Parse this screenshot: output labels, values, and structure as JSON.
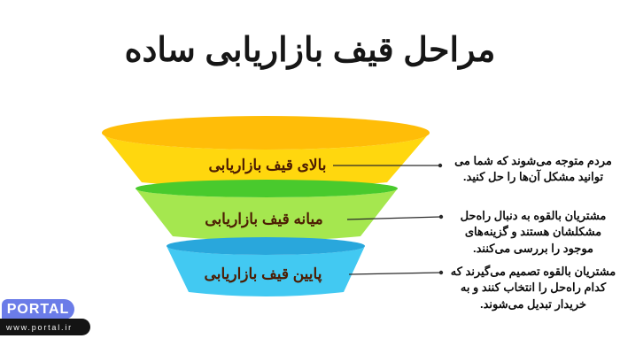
{
  "title": "مراحل قیف بازاریابی ساده",
  "funnel": {
    "label_color": "#4C1D03",
    "line_color": "#2a2a2a",
    "stages": [
      {
        "label": "بالای قیف بازاریابی",
        "rim_color": "#FFBD08",
        "body_color": "#FFD70E",
        "description": "مردم متوجه می‌شوند که شما می توانید مشکل آن‌ها را حل کنید."
      },
      {
        "label": "میانه قیف بازاریابی",
        "rim_color": "#49CA2D",
        "body_color": "#A5E74F",
        "description": "مشتریان بالقوه به دنبال راه‌حل مشکلشان هستند و گزینه‌های موجود را بررسی می‌کنند."
      },
      {
        "label": "پایین قیف بازاریابی",
        "rim_color": "#29A7DC",
        "body_color": "#42C9F2",
        "description": "مشتریان بالقوه تصمیم می‌گیرند که کدام راه‌حل را انتخاب کنند و به خریدار تبدیل می‌شوند."
      }
    ]
  },
  "logo": {
    "name": "PORTAL",
    "url": "www.portal.ir",
    "brand_color": "#6b7ce8",
    "bar_color": "#141414"
  }
}
